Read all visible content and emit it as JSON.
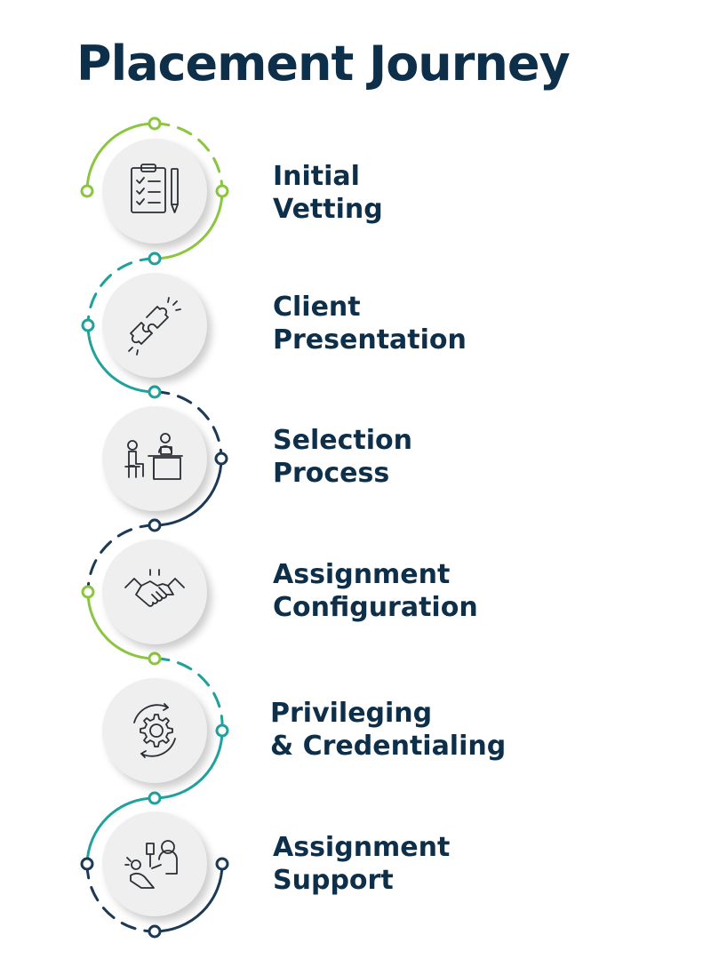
{
  "title": "Placement Journey",
  "colors": {
    "heading": "#0e2f4a",
    "green": "#8cc540",
    "teal": "#1fa19c",
    "navy": "#1c3a56",
    "circle_fill": "#efefef"
  },
  "steps": [
    {
      "line1": "Initial",
      "line2": "Vetting",
      "icon": "clipboard-checklist-icon"
    },
    {
      "line1": "Client",
      "line2": "Presentation",
      "icon": "puzzle-pieces-icon"
    },
    {
      "line1": "Selection",
      "line2": "Process",
      "icon": "interview-desk-icon"
    },
    {
      "line1": "Assignment",
      "line2": "Configuration",
      "icon": "handshake-icon"
    },
    {
      "line1": "Privileging",
      "line2": "& Credentialing",
      "icon": "gear-cycle-icon"
    },
    {
      "line1": "Assignment",
      "line2": "Support",
      "icon": "patient-care-icon"
    }
  ]
}
